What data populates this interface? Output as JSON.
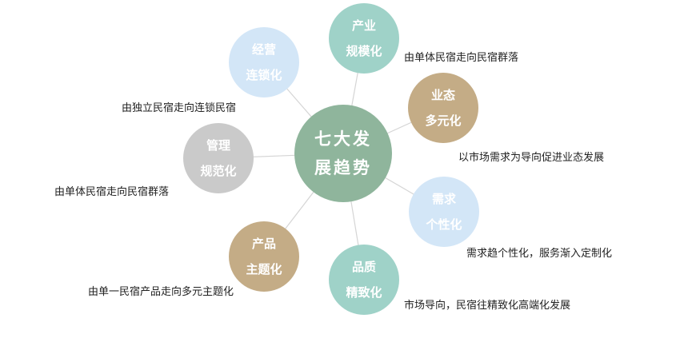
{
  "colors": {
    "line": "#d5d5d5",
    "center": "#8fb59c",
    "teal": "#9fd2c8",
    "brown": "#c4ac86",
    "light_blue": "#d3e6f7",
    "gray": "#cacaca",
    "text": "#222222"
  },
  "center": {
    "line1": "七大发",
    "line2": "展趋势"
  },
  "nodes": [
    {
      "line1": "产业",
      "line2": "规模化",
      "desc": "由单体民宿走向民宿群落"
    },
    {
      "line1": "业态",
      "line2": "多元化",
      "desc": "以市场需求为导向促进业态发展"
    },
    {
      "line1": "需求",
      "line2": "个性化",
      "desc": "需求趋个性化，服务渐入定制化"
    },
    {
      "line1": "品质",
      "line2": "精致化",
      "desc": "市场导向，民宿往精致化高端化发展"
    },
    {
      "line1": "产品",
      "line2": "主题化",
      "desc": "由单一民宿产品走向多元主题化"
    },
    {
      "line1": "管理",
      "line2": "规范化",
      "desc": "由单体民宿走向民宿群落"
    },
    {
      "line1": "经营",
      "line2": "连锁化",
      "desc": "由独立民宿走向连锁民宿"
    }
  ]
}
